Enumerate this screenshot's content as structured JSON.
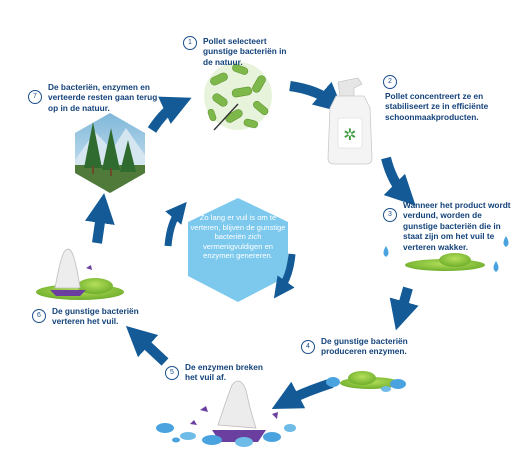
{
  "steps": [
    {
      "num": "1",
      "text": "Pollet selecteert gunstige bacteriën in de natuur."
    },
    {
      "num": "2",
      "text": "Pollet concentreert ze en stabiliseert ze in efficiënte schoonmaakproducten."
    },
    {
      "num": "3",
      "text": "Wanneer het product wordt verdund, worden de gunstige bacteriën die in staat zijn om het vuil te verteren wakker."
    },
    {
      "num": "4",
      "text": "De gunstige bacteriën produceren enzymen."
    },
    {
      "num": "5",
      "text": "De enzymen breken het vuil af."
    },
    {
      "num": "6",
      "text": "De gunstige bacteriën verteren het vuil."
    },
    {
      "num": "7",
      "text": "De bacteriën, enzymen en verteerde resten gaan terug op in de natuur."
    }
  ],
  "center_text": "Zo lang er vuil is om te verteren, blijven de gunstige bacteriën zich vermenigvuldigen en enzymen genereren.",
  "colors": {
    "arrow": "#135a96",
    "text": "#13427a",
    "hexagon": "#7dc9ee",
    "slime": "#8cc63f",
    "droplet": "#4aa3df",
    "dirt": "#6b3fa0"
  }
}
